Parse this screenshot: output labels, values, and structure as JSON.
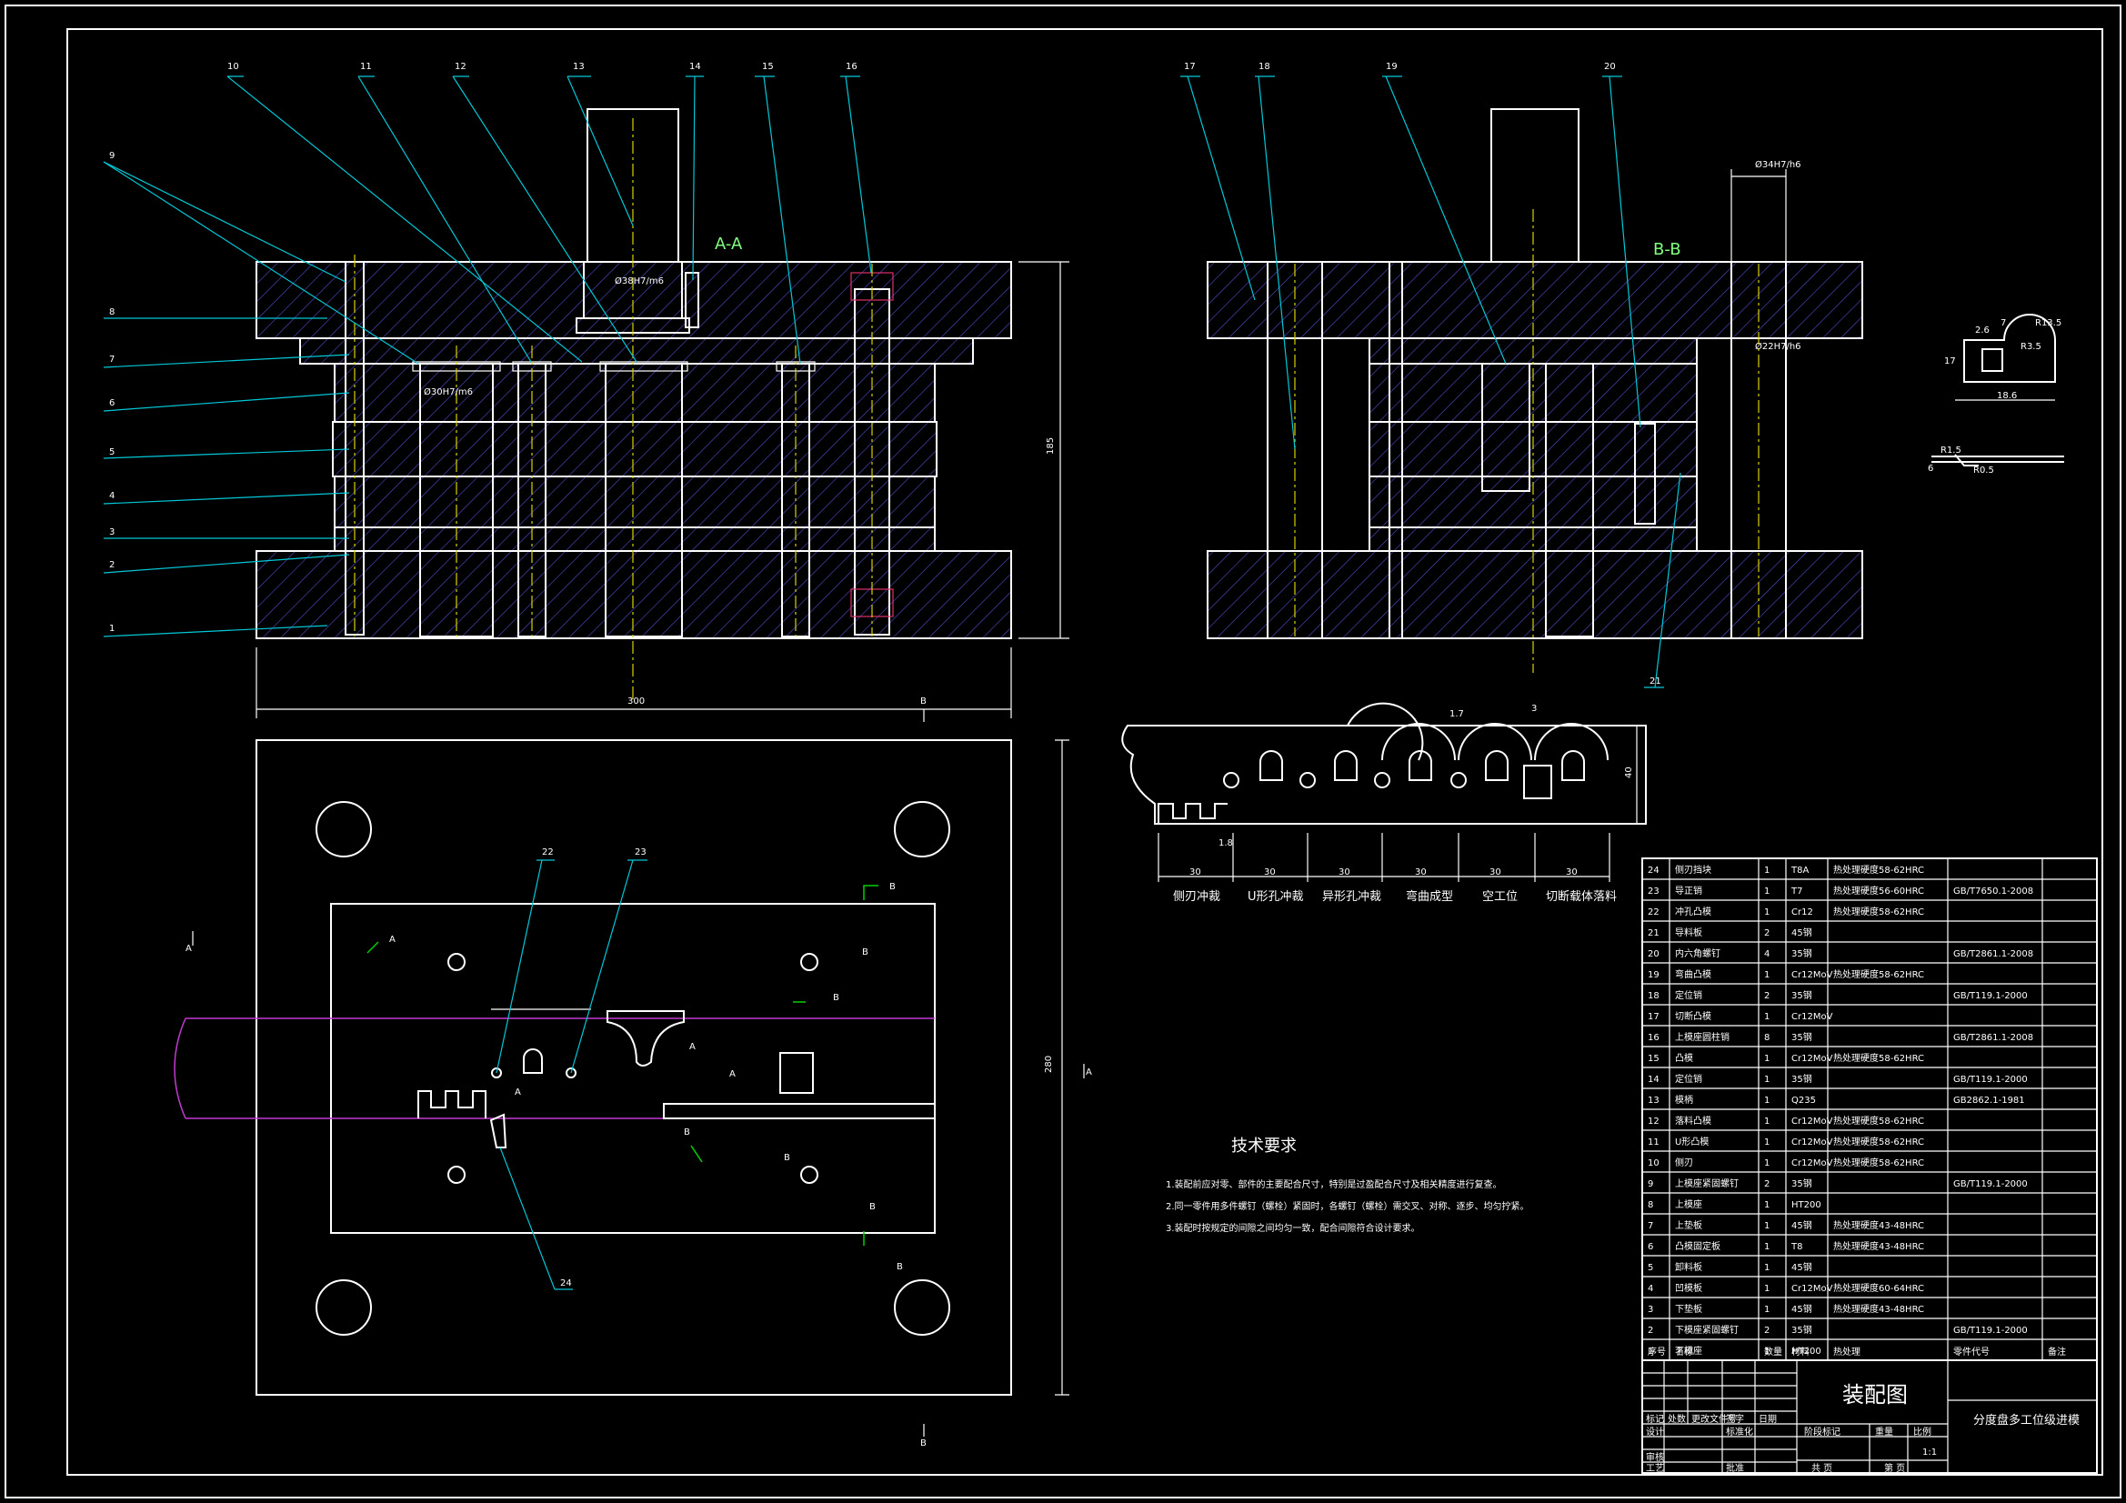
{
  "sections": {
    "aa": "A-A",
    "bb": "B-B"
  },
  "part_numbers_top": [
    "10",
    "11",
    "12",
    "13",
    "14",
    "15",
    "16",
    "17",
    "18",
    "19",
    "20"
  ],
  "part_numbers_left": [
    "9",
    "8",
    "7",
    "6",
    "5",
    "4",
    "3",
    "2",
    "1"
  ],
  "part_numbers_other": {
    "n21": "21",
    "n22": "22",
    "n23": "23",
    "n24": "24"
  },
  "dimensions": {
    "width_main": "300",
    "height_main": "185",
    "fit_13": "Ø38H7/m6",
    "fit_left": "Ø30H7/m6",
    "fit_bb_top": "Ø34H7/h6",
    "fit_bb_mid": "Ø22H7/h6",
    "plan_height": "280",
    "strip_height": "40",
    "strip_17": "1.7",
    "strip_3": "3",
    "strip_18": "1.8",
    "pitch": [
      "30",
      "30",
      "30",
      "30",
      "30",
      "30"
    ],
    "part_26": "2.6",
    "part_7": "7",
    "part_r135": "R13.5",
    "part_r35": "R3.5",
    "part_17": "17",
    "part_186": "18.6",
    "part_r15": "R1.5",
    "part_r05": "R0.5",
    "part_6": "6"
  },
  "strip_stations": [
    "侧刃冲裁",
    "U形孔冲裁",
    "异形孔冲裁",
    "弯曲成型",
    "空工位",
    "切断载体落料"
  ],
  "section_markers": {
    "a": "A",
    "b": "B"
  },
  "tech_req": {
    "title": "技术要求",
    "lines": [
      "1.装配前应对零、部件的主要配合尺寸，特别是过盈配合尺寸及相关精度进行复查。",
      "2.同一零件用多件螺钉（螺栓）紧固时，各螺钉（螺栓）需交叉、对称、逐步、均匀拧紧。",
      "3.装配时按规定的间隙之间均匀一致，配合间隙符合设计要求。"
    ]
  },
  "bom": {
    "header": [
      "序号",
      "名称",
      "数量",
      "材料",
      "热处理",
      "零件代号",
      "备注"
    ],
    "rows": [
      [
        "24",
        "侧刃挡块",
        "1",
        "T8A",
        "热处理硬度58-62HRC",
        "",
        ""
      ],
      [
        "23",
        "导正销",
        "1",
        "T7",
        "热处理硬度56-60HRC",
        "GB/T7650.1-2008",
        ""
      ],
      [
        "22",
        "冲孔凸模",
        "1",
        "Cr12",
        "热处理硬度58-62HRC",
        "",
        ""
      ],
      [
        "21",
        "导料板",
        "2",
        "45钢",
        "",
        "",
        ""
      ],
      [
        "20",
        "内六角螺钉",
        "4",
        "35钢",
        "",
        "GB/T2861.1-2008",
        ""
      ],
      [
        "19",
        "弯曲凸模",
        "1",
        "Cr12MoV",
        "热处理硬度58-62HRC",
        "",
        ""
      ],
      [
        "18",
        "定位销",
        "2",
        "35钢",
        "",
        "GB/T119.1-2000",
        ""
      ],
      [
        "17",
        "切断凸模",
        "1",
        "Cr12MoV",
        "",
        "",
        ""
      ],
      [
        "16",
        "上模座圆柱销",
        "8",
        "35钢",
        "",
        "GB/T2861.1-2008",
        ""
      ],
      [
        "15",
        "凸模",
        "1",
        "Cr12MoV",
        "热处理硬度58-62HRC",
        "",
        ""
      ],
      [
        "14",
        "定位销",
        "1",
        "35钢",
        "",
        "GB/T119.1-2000",
        ""
      ],
      [
        "13",
        "模柄",
        "1",
        "Q235",
        "",
        "GB2862.1-1981",
        ""
      ],
      [
        "12",
        "落料凸模",
        "1",
        "Cr12MoV",
        "热处理硬度58-62HRC",
        "",
        ""
      ],
      [
        "11",
        "U形凸模",
        "1",
        "Cr12MoV",
        "热处理硬度58-62HRC",
        "",
        ""
      ],
      [
        "10",
        "侧刃",
        "1",
        "Cr12MoV",
        "热处理硬度58-62HRC",
        "",
        ""
      ],
      [
        "9",
        "上模座紧固螺钉",
        "2",
        "35钢",
        "",
        "GB/T119.1-2000",
        ""
      ],
      [
        "8",
        "上模座",
        "1",
        "HT200",
        "",
        "",
        ""
      ],
      [
        "7",
        "上垫板",
        "1",
        "45钢",
        "热处理硬度43-48HRC",
        "",
        ""
      ],
      [
        "6",
        "凸模固定板",
        "1",
        "T8",
        "热处理硬度43-48HRC",
        "",
        ""
      ],
      [
        "5",
        "卸料板",
        "1",
        "45钢",
        "",
        "",
        ""
      ],
      [
        "4",
        "凹模板",
        "1",
        "Cr12MoV",
        "热处理硬度60-64HRC",
        "",
        ""
      ],
      [
        "3",
        "下垫板",
        "1",
        "45钢",
        "热处理硬度43-48HRC",
        "",
        ""
      ],
      [
        "2",
        "下模座紧固螺钉",
        "2",
        "35钢",
        "",
        "GB/T119.1-2000",
        ""
      ],
      [
        "1",
        "下模座",
        "1",
        "HT200",
        "",
        "",
        ""
      ]
    ]
  },
  "title_block": {
    "drawing_name": "装配图",
    "project": "分度盘多工位级进模",
    "scale": "1:1",
    "labels": [
      "标记",
      "处数",
      "更改文件号",
      "签字",
      "日期",
      "设计",
      "标准化",
      "审核",
      "工艺",
      "批准",
      "阶段标记",
      "重量",
      "比例",
      "共 页",
      "第 页"
    ]
  },
  "colors": {
    "outline": "#ffffff",
    "leader": "#00c8d8",
    "center": "#d8d000",
    "strip": "#c23bd0",
    "section_mark": "#00d000",
    "background": "#000000"
  }
}
